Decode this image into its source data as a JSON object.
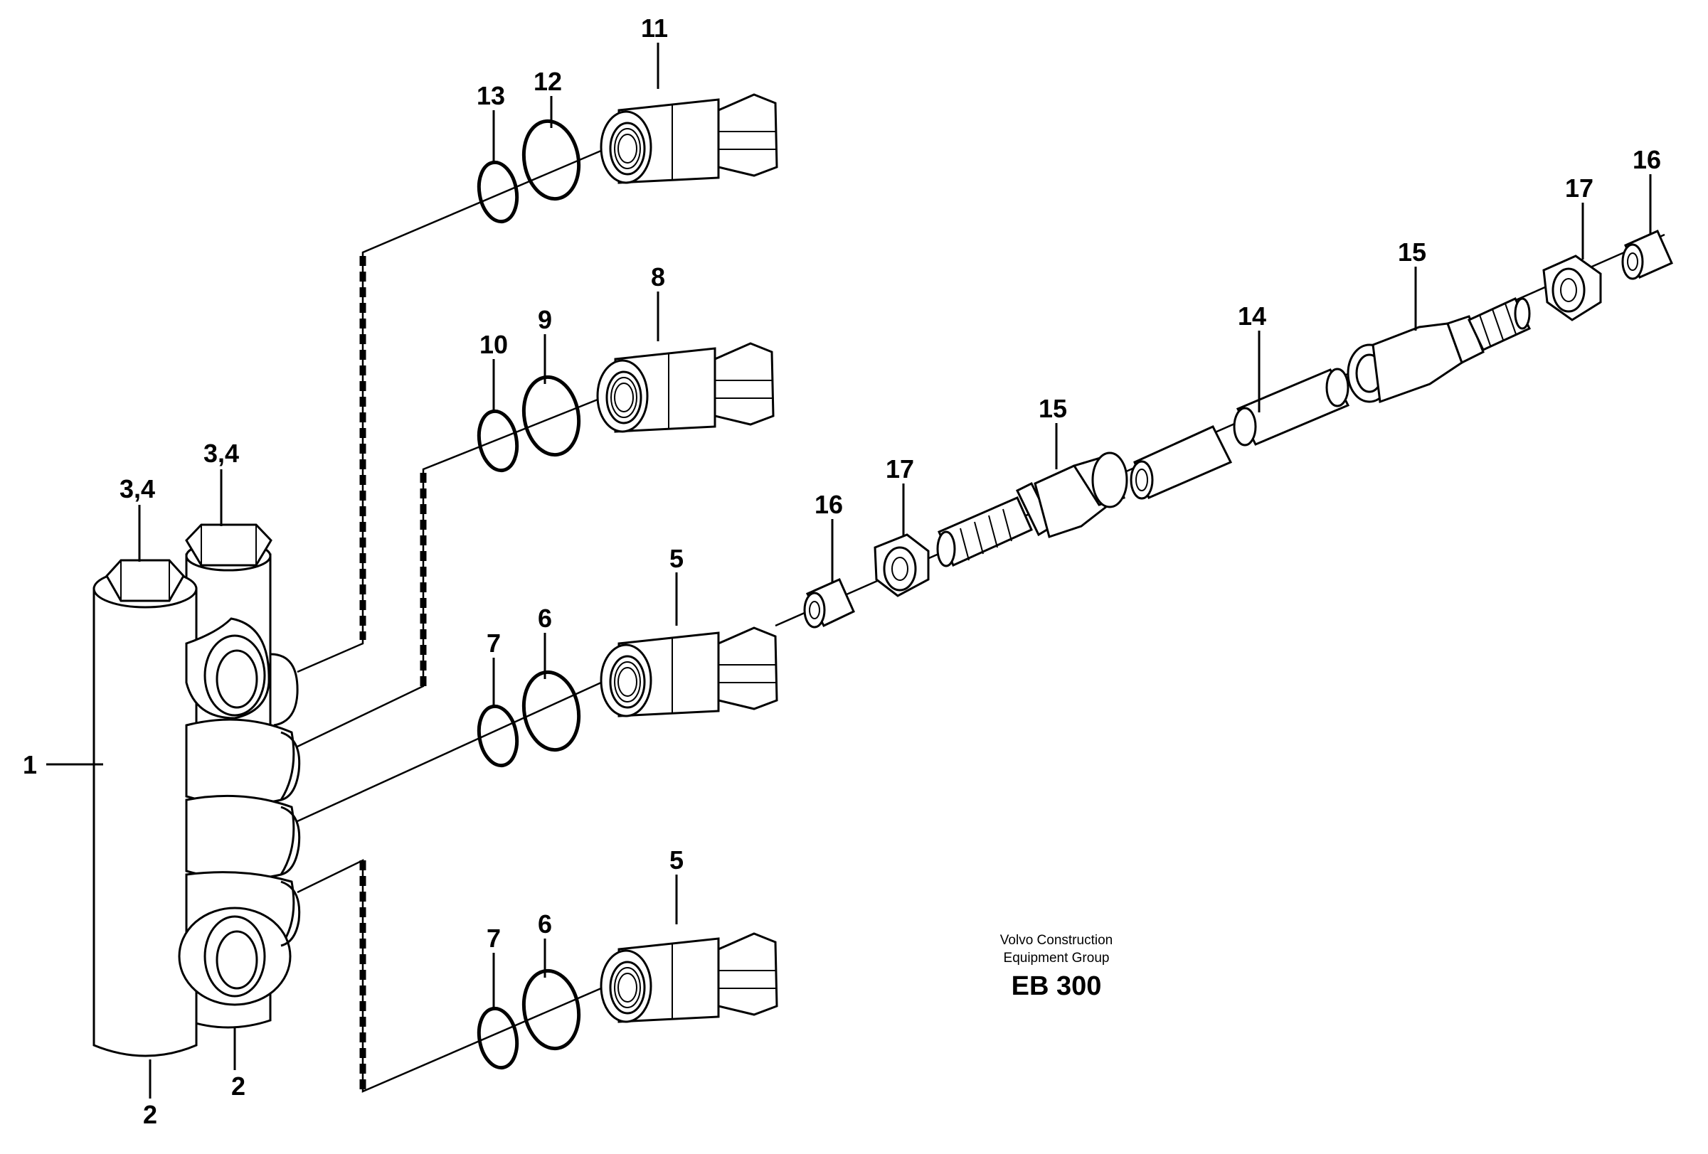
{
  "callouts": {
    "c1": "1",
    "c2a": "2",
    "c2b": "2",
    "c34a": "3,4",
    "c34b": "3,4",
    "c5a": "5",
    "c5b": "5",
    "c6a": "6",
    "c6b": "6",
    "c7a": "7",
    "c7b": "7",
    "c8": "8",
    "c9": "9",
    "c10": "10",
    "c11": "11",
    "c12": "12",
    "c13": "13",
    "c14": "14",
    "c15a": "15",
    "c15b": "15",
    "c16a": "16",
    "c16b": "16",
    "c17a": "17",
    "c17b": "17"
  },
  "caption": {
    "line1": "Volvo Construction",
    "line2": "Equipment Group",
    "code": "EB 300"
  }
}
